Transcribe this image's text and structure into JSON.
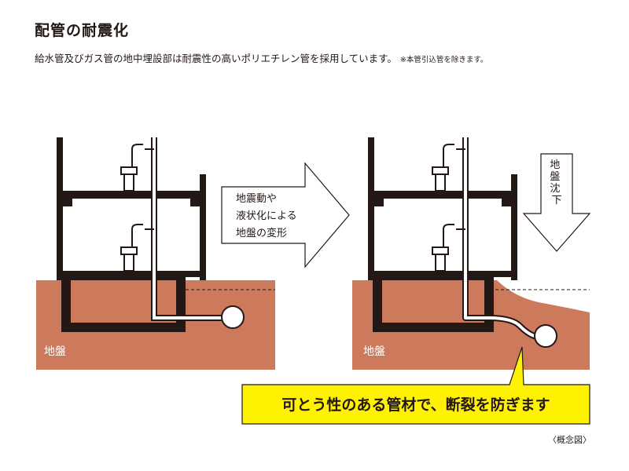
{
  "title": "配管の耐震化",
  "subtitle": "給水管及びガス管の地中埋設部は耐震性の高いポリエチレン管を採用しています。",
  "subtitle_note": "※本管引込管を除きます。",
  "arrow_label_lines": [
    "地震動や",
    "液状化による",
    "地盤の変形"
  ],
  "ground_label_left": "地盤",
  "ground_label_right": "地盤",
  "subsidence_label": "地盤沈下",
  "callout": "可とう性のある管材で、断裂を防ぎます",
  "caption": "〈概念図〉",
  "colors": {
    "ground": "#cc7a5b",
    "structure": "#231815",
    "callout_fill": "#fff200",
    "text": "#231815"
  }
}
